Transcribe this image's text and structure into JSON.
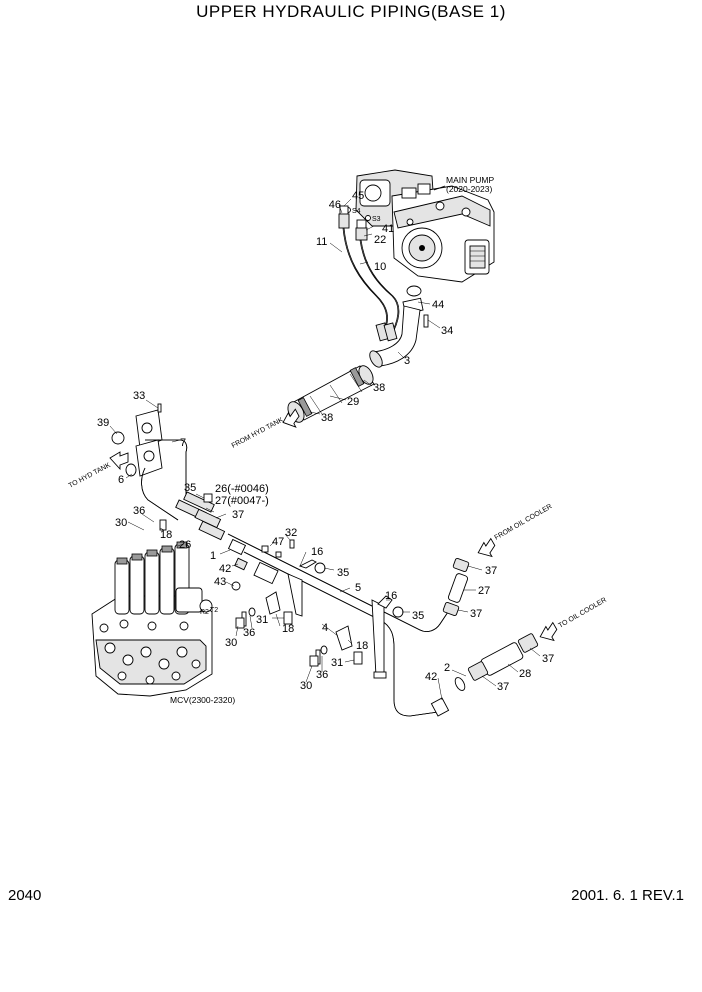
{
  "title": "UPPER HYDRAULIC PIPING(BASE 1)",
  "page_number": "2040",
  "revision": "2001. 6. 1 REV.1",
  "labels": {
    "main_pump": "MAIN PUMP",
    "main_pump_range": "(2020-2023)",
    "mcv": "MCV(2300-2320)",
    "from_hyd_tank": "FROM HYD TANK",
    "to_hyd_tank": "TO HYD TANK",
    "from_oil_cooler": "FROM OIL COOLER",
    "to_oil_cooler": "TO OIL COOLER",
    "port_s4": "S4",
    "port_s3": "S3",
    "port_r2": "R2",
    "port_t2": "T2"
  },
  "callouts": {
    "n45": "45",
    "n46": "46",
    "n41": "41",
    "n22": "22",
    "n11": "11",
    "n10": "10",
    "n44": "44",
    "n34": "34",
    "n3": "3",
    "n38a": "38",
    "n29": "29",
    "n38b": "38",
    "n33": "33",
    "n39": "39",
    "n7": "7",
    "n6": "6",
    "n35a": "35",
    "n26a": "26(-#0046)",
    "n27a": "27(#0047-)",
    "n37a": "37",
    "n36a": "36",
    "n30a": "30",
    "n18a": "18",
    "n26b": "26",
    "n32": "32",
    "n47": "47",
    "n16a": "16",
    "n1": "1",
    "n42a": "42",
    "n35b": "35",
    "n43": "43",
    "n5": "5",
    "n18b": "18",
    "n31a": "31",
    "n36b": "36",
    "n30b": "30",
    "n16b": "16",
    "n35c": "35",
    "n4": "4",
    "n18c": "18",
    "n31b": "31",
    "n36c": "36",
    "n30c": "30",
    "n37b": "37",
    "n27b": "27",
    "n37c": "37",
    "n2": "2",
    "n42b": "42",
    "n28": "28",
    "n37d": "37",
    "n37e": "37"
  }
}
